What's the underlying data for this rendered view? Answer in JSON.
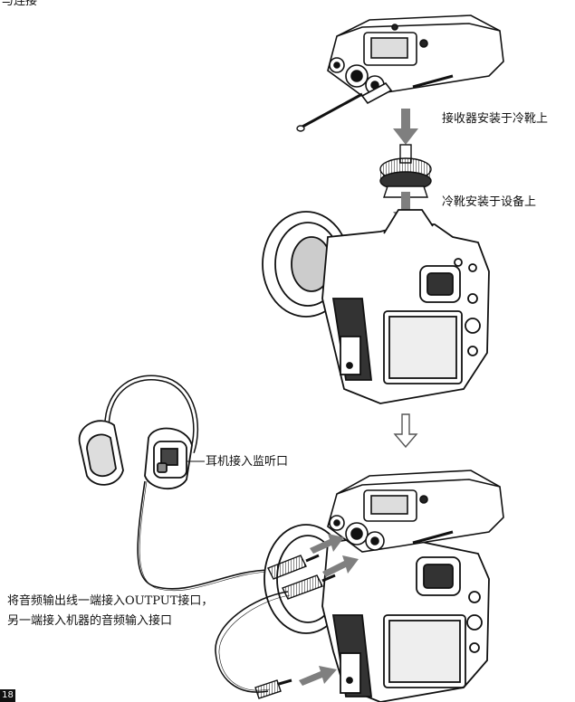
{
  "header_fragment": "与连接",
  "steps": {
    "receiver_to_shoe": "接收器安装于冷靴上",
    "shoe_to_device": "冷靴安装于设备上",
    "headphone": "耳机接入监听口",
    "audio_cable_line1": "将音频输出线一端接入OUTPUT接口，",
    "audio_cable_line2": "另一端接入机器的音频输入接口"
  },
  "page_number": "18",
  "colors": {
    "arrow": "#7f7f7f",
    "line": "#111111"
  }
}
